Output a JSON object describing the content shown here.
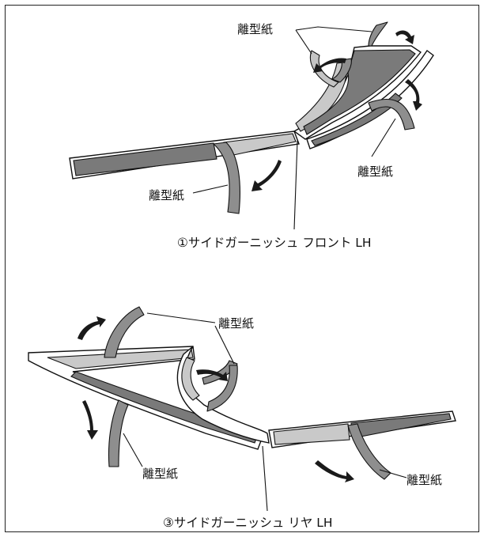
{
  "top": {
    "labels": {
      "paper_top": "離型紙",
      "paper_right": "離型紙",
      "paper_left": "離型紙"
    },
    "caption": "①サイドガーニッシュ フロント LH"
  },
  "bottom": {
    "labels": {
      "paper_top": "離型紙",
      "paper_left": "離型紙",
      "paper_right": "離型紙"
    },
    "caption": "③サイドガーニッシュ リヤ LH"
  },
  "colors": {
    "dark_strip": "#7a7a7a",
    "light_strip": "#c9c9c9",
    "paper": "#8e8e8e",
    "frame": "#222222"
  }
}
